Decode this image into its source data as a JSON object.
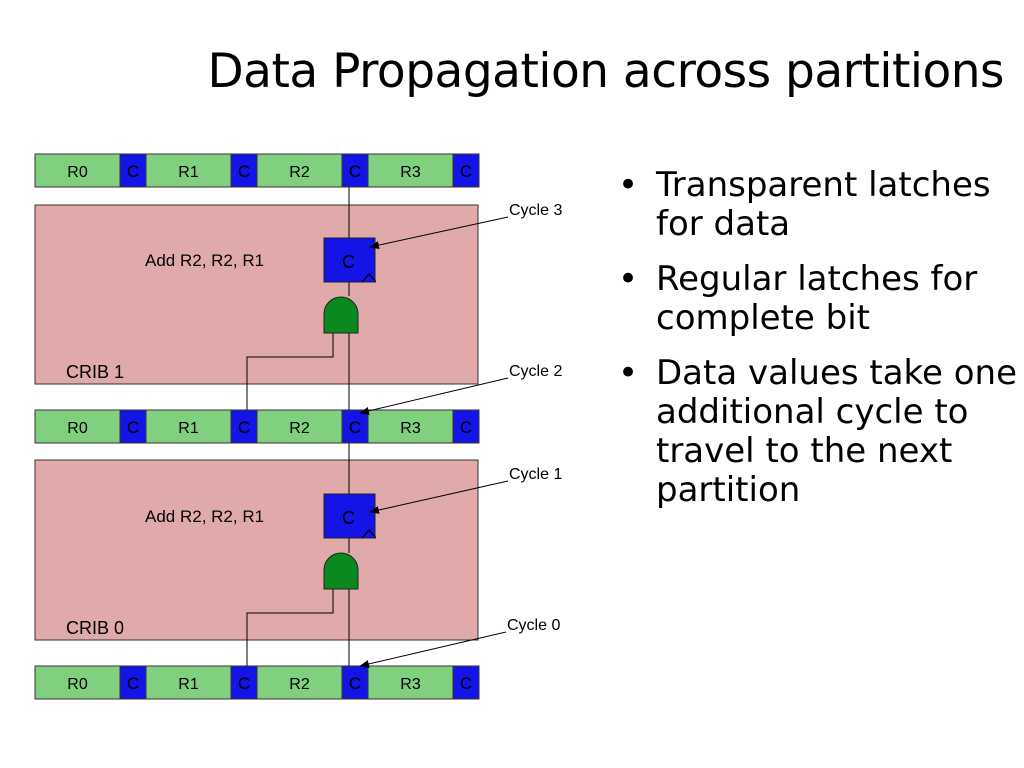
{
  "slide": {
    "title": "Data Propagation across partitions",
    "bullets": [
      "Transparent latches for data",
      "Regular latches for complete bit",
      "Data values take one additional cycle to travel to the next partition"
    ],
    "bullet_glyph": "•"
  },
  "diagram": {
    "register_labels": [
      "R0",
      "C",
      "R1",
      "C",
      "R2",
      "C",
      "R3",
      "C"
    ],
    "crib_labels": [
      "CRIB 1",
      "CRIB 0"
    ],
    "instruction": "Add R2, R2, R1",
    "latch_label": "C",
    "cycle_labels": [
      "Cycle 3",
      "Cycle 2",
      "Cycle 1",
      "Cycle 0"
    ],
    "colors": {
      "register": "#80d080",
      "complete_bit": "#1414e6",
      "crib": "#e0aaaa",
      "and_gate": "#0a8a1e",
      "latch": "#1414e6",
      "outline": "#333333"
    }
  }
}
